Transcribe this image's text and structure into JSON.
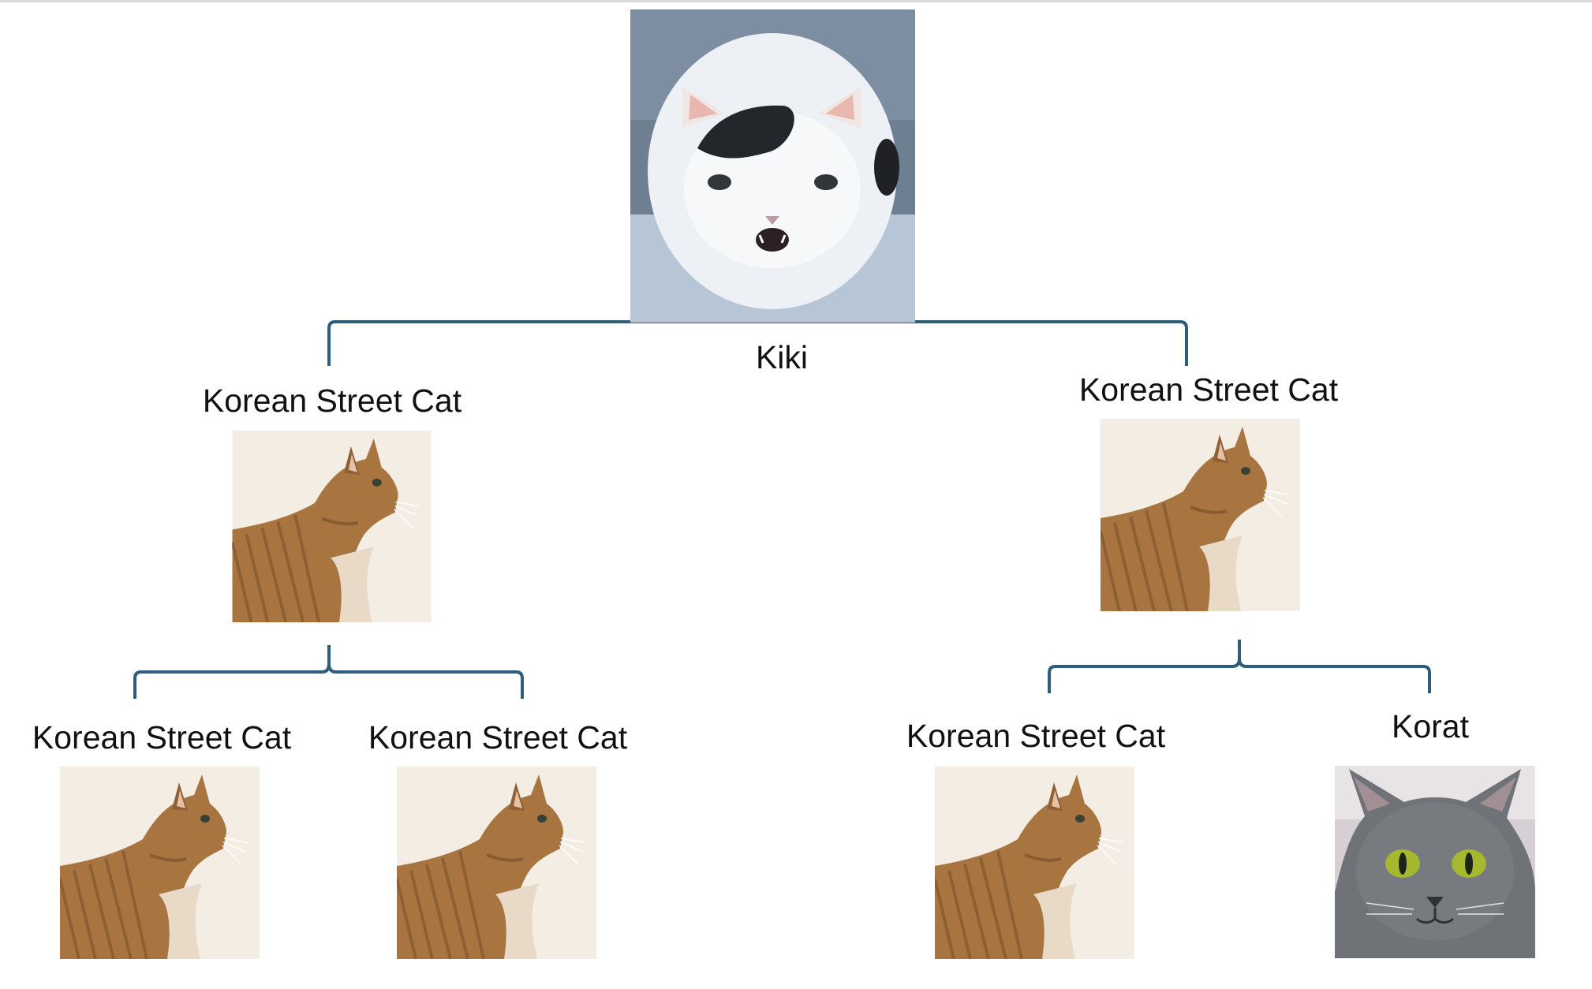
{
  "nodes": {
    "root": {
      "label": "Kiki"
    },
    "left_parent": {
      "label": "Korean Street Cat"
    },
    "right_parent": {
      "label": "Korean Street Cat"
    },
    "left_child_1": {
      "label": "Korean Street Cat"
    },
    "left_child_2": {
      "label": "Korean Street Cat"
    },
    "right_child_1": {
      "label": "Korean Street Cat"
    },
    "right_child_2": {
      "label": "Korat"
    }
  },
  "colors": {
    "connector": "#2f5d7c",
    "tabby_background": "#f4ede4",
    "kiki_background": "#9fb3c8",
    "korat_background": "#6f7378"
  },
  "icons": {
    "kiki": "white-cat-photo",
    "tabby": "tabby-cat-illustration",
    "korat": "gray-cat-photo"
  }
}
